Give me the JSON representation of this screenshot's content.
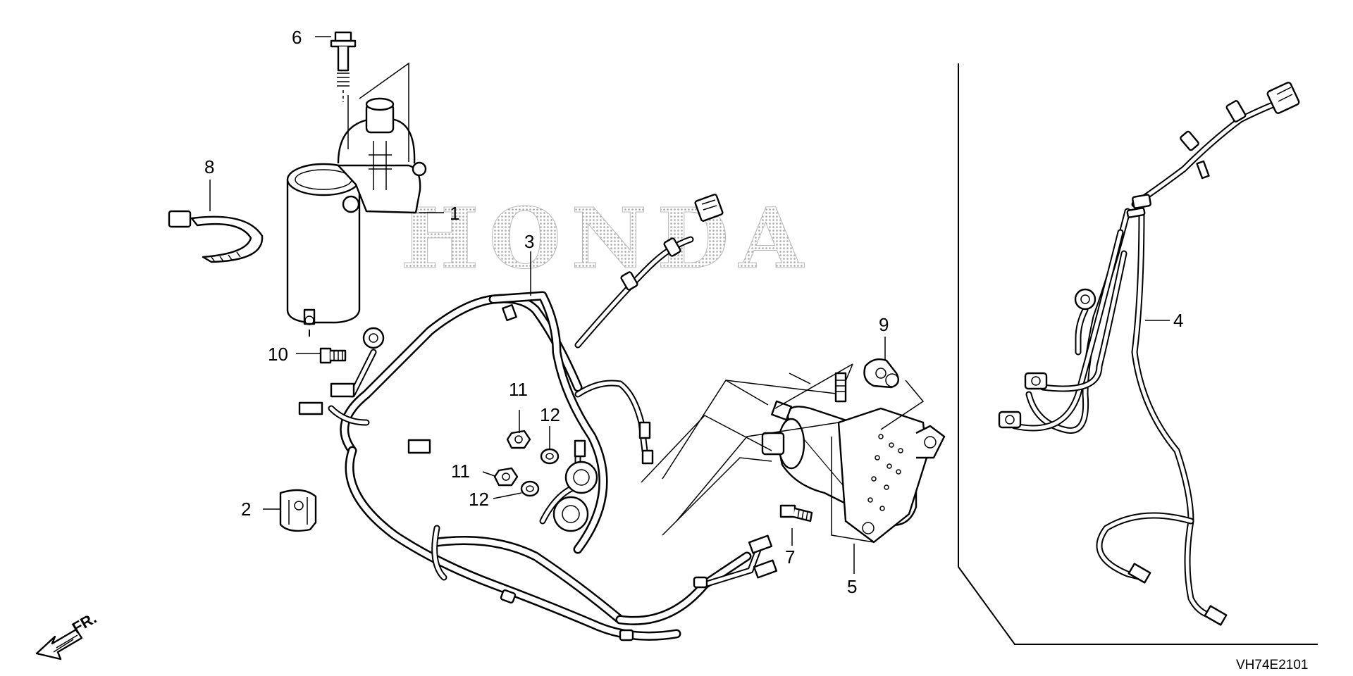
{
  "brand_watermark": "HONDA",
  "diagram_code": "VH74E2101",
  "front_indicator": "FR.",
  "callouts": [
    "1",
    "2",
    "3",
    "4",
    "5",
    "6",
    "7",
    "8",
    "9",
    "10",
    "11",
    "11",
    "12",
    "12"
  ],
  "colors": {
    "line": "#000000",
    "background": "#ffffff",
    "watermark": "#bdbdbd"
  }
}
